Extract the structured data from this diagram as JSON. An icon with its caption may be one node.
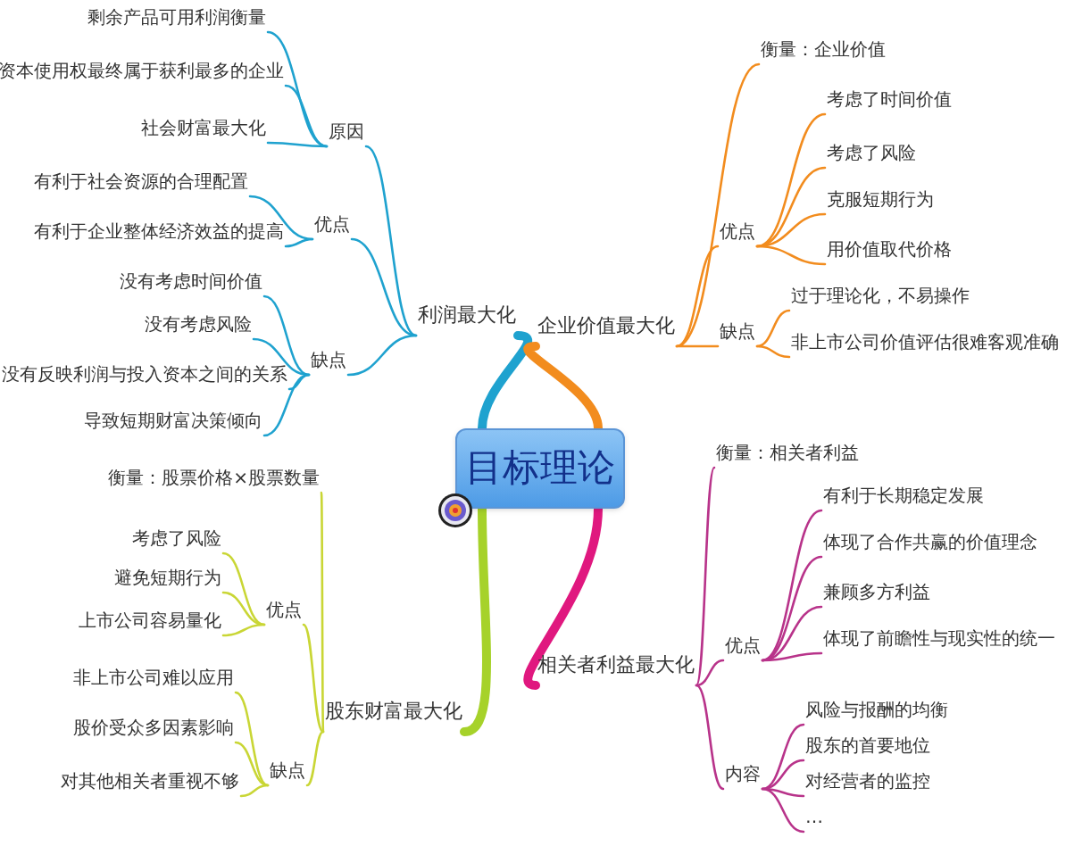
{
  "diagram": {
    "nodes": [
      {
        "text": [
          "目标理论"
        ]
      },
      {
        "text": [
          "利润最大化"
        ]
      },
      {
        "text": [
          "原因"
        ]
      },
      {
        "text": [
          "剩余产品可用利润衡量"
        ]
      },
      {
        "text": [
          "资本使用权最终属于获利最多的企业"
        ]
      },
      {
        "text": [
          "社会财富最大化"
        ]
      },
      {
        "text": [
          "优点"
        ]
      },
      {
        "text": [
          "有利于社会资源的合理配置"
        ]
      },
      {
        "text": [
          "有利于企业整体经济效益的提高"
        ]
      },
      {
        "text": [
          "缺点"
        ]
      },
      {
        "text": [
          "没有考虑时间价值"
        ]
      },
      {
        "text": [
          "没有考虑风险"
        ]
      },
      {
        "text": [
          "没有反映利润与投入资本之间的关系"
        ]
      },
      {
        "text": [
          "导致短期财富决策倾向"
        ]
      },
      {
        "text": [
          "股东财富最大化"
        ]
      },
      {
        "text": [
          "优点"
        ]
      },
      {
        "text": [
          "衡量：股票价格×股票数量"
        ]
      },
      {
        "text": [
          "考虑了风险"
        ]
      },
      {
        "text": [
          "避免短期行为"
        ]
      },
      {
        "text": [
          "上市公司容易量化"
        ]
      },
      {
        "text": [
          "缺点"
        ]
      },
      {
        "text": [
          "非上市公司难以应用"
        ]
      },
      {
        "text": [
          "股价受众多因素影响"
        ]
      },
      {
        "text": [
          "对其他相关者重视不够"
        ]
      },
      {
        "text": [
          "企业价值最大化"
        ]
      },
      {
        "text": [
          "衡量：企业价值"
        ]
      },
      {
        "text": [
          "优点"
        ]
      },
      {
        "text": [
          "考虑了时间价值"
        ]
      },
      {
        "text": [
          "考虑了风险"
        ]
      },
      {
        "text": [
          "克服短期行为"
        ]
      },
      {
        "text": [
          "用价值取代价格"
        ]
      },
      {
        "text": [
          "缺点"
        ]
      },
      {
        "text": [
          "过于理论化，不易操作"
        ]
      },
      {
        "text": [
          "非上市公司价值评估很难客观准确"
        ]
      },
      {
        "text": [
          "相关者利益最大化"
        ]
      },
      {
        "text": [
          "衡量：相关者利益"
        ]
      },
      {
        "text": [
          "优点"
        ]
      },
      {
        "text": [
          "有利于长期稳定发展"
        ]
      },
      {
        "text": [
          "体现了合作共赢的价值理念"
        ]
      },
      {
        "text": [
          "兼顾多方利益"
        ]
      },
      {
        "text": [
          "体现了前瞻性与现实性的统一"
        ]
      },
      {
        "text": [
          "内容"
        ]
      },
      {
        "text": [
          "风险与报酬的均衡"
        ]
      },
      {
        "text": [
          "股东的首要地位"
        ]
      },
      {
        "text": [
          "对经营者的监控"
        ]
      },
      {
        "text": [
          "…"
        ]
      }
    ],
    "edges": [
      {
        "from": 0,
        "to": 1,
        "arrow": "none",
        "style": "thick"
      },
      {
        "from": 1,
        "to": 2,
        "arrow": "none"
      },
      {
        "from": 2,
        "to": 3,
        "arrow": "none"
      },
      {
        "from": 2,
        "to": 4,
        "arrow": "none"
      },
      {
        "from": 2,
        "to": 5,
        "arrow": "none"
      },
      {
        "from": 1,
        "to": 6,
        "arrow": "none"
      },
      {
        "from": 6,
        "to": 7,
        "arrow": "none"
      },
      {
        "from": 6,
        "to": 8,
        "arrow": "none"
      },
      {
        "from": 1,
        "to": 9,
        "arrow": "none"
      },
      {
        "from": 9,
        "to": 10,
        "arrow": "none"
      },
      {
        "from": 9,
        "to": 11,
        "arrow": "none"
      },
      {
        "from": 9,
        "to": 12,
        "arrow": "none"
      },
      {
        "from": 9,
        "to": 13,
        "arrow": "none"
      },
      {
        "from": 0,
        "to": 14,
        "arrow": "none",
        "style": "thick",
        "color": "#a6d22a"
      },
      {
        "from": 14,
        "to": 16,
        "arrow": "none",
        "color": "#c9d635"
      },
      {
        "from": 14,
        "to": 15,
        "arrow": "none",
        "color": "#c9d635"
      },
      {
        "from": 15,
        "to": 17,
        "arrow": "none",
        "color": "#c9d635"
      },
      {
        "from": 15,
        "to": 18,
        "arrow": "none",
        "color": "#c9d635"
      },
      {
        "from": 15,
        "to": 19,
        "arrow": "none",
        "color": "#c9d635"
      },
      {
        "from": 14,
        "to": 20,
        "arrow": "none",
        "color": "#c9d635"
      },
      {
        "from": 20,
        "to": 21,
        "arrow": "none",
        "color": "#c9d635"
      },
      {
        "from": 20,
        "to": 22,
        "arrow": "none",
        "color": "#c9d635"
      },
      {
        "from": 20,
        "to": 23,
        "arrow": "none",
        "color": "#c9d635"
      },
      {
        "from": 0,
        "to": 24,
        "arrow": "none",
        "style": "thick",
        "color": "#f28c1e"
      },
      {
        "from": 24,
        "to": 25,
        "arrow": "none",
        "color": "#f28c1e"
      },
      {
        "from": 24,
        "to": 26,
        "arrow": "none",
        "color": "#f28c1e"
      },
      {
        "from": 26,
        "to": 27,
        "arrow": "none",
        "color": "#f28c1e"
      },
      {
        "from": 26,
        "to": 28,
        "arrow": "none",
        "color": "#f28c1e"
      },
      {
        "from": 26,
        "to": 29,
        "arrow": "none",
        "color": "#f28c1e"
      },
      {
        "from": 26,
        "to": 30,
        "arrow": "none",
        "color": "#f28c1e"
      },
      {
        "from": 24,
        "to": 31,
        "arrow": "none",
        "color": "#f28c1e"
      },
      {
        "from": 31,
        "to": 32,
        "arrow": "none",
        "color": "#f28c1e"
      },
      {
        "from": 31,
        "to": 33,
        "arrow": "none",
        "color": "#f28c1e"
      },
      {
        "from": 0,
        "to": 34,
        "arrow": "none",
        "style": "thick",
        "color": "#e0187f"
      },
      {
        "from": 34,
        "to": 35,
        "arrow": "none",
        "color": "#b8338a"
      },
      {
        "from": 34,
        "to": 36,
        "arrow": "none",
        "color": "#b8338a"
      },
      {
        "from": 36,
        "to": 37,
        "arrow": "none",
        "color": "#b8338a"
      },
      {
        "from": 36,
        "to": 38,
        "arrow": "none",
        "color": "#b8338a"
      },
      {
        "from": 36,
        "to": 39,
        "arrow": "none",
        "color": "#b8338a"
      },
      {
        "from": 36,
        "to": 40,
        "arrow": "none",
        "color": "#b8338a"
      },
      {
        "from": 34,
        "to": 41,
        "arrow": "none",
        "color": "#b8338a"
      },
      {
        "from": 41,
        "to": 42,
        "arrow": "none",
        "color": "#b8338a"
      },
      {
        "from": 41,
        "to": 43,
        "arrow": "none",
        "color": "#b8338a"
      },
      {
        "from": 41,
        "to": 44,
        "arrow": "none",
        "color": "#b8338a"
      },
      {
        "from": 41,
        "to": 45,
        "arrow": "none",
        "color": "#b8338a"
      }
    ]
  }
}
